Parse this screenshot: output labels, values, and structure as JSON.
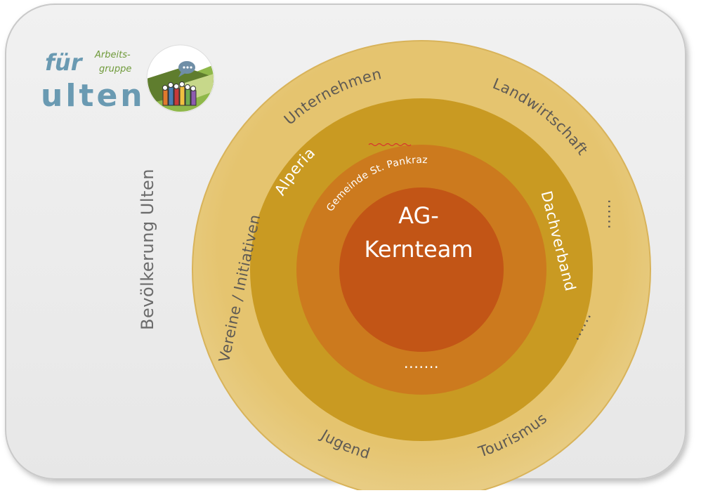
{
  "side_label": "Bevölkerung Ulten",
  "logo": {
    "fur": "für",
    "ulten": "ulten",
    "arbeits": "Arbeits-",
    "gruppe": "gruppe",
    "icon": "speech-bubble-people-icon"
  },
  "rings": {
    "outer": {
      "color": "#e3c16a",
      "labels": {
        "unternehmen": "Unternehmen",
        "landwirtschaft": "Landwirtschaft",
        "dots_right_1": "......",
        "dots_right_2": "......",
        "tourismus": "Tourismus",
        "jugend": "Jugend",
        "vereine": "Vereine / Initiativen"
      }
    },
    "middle": {
      "color": "#c99a22",
      "labels": {
        "alperia": "Alperia",
        "dachverband": "Dachverband",
        "dots_bottom": "......."
      }
    },
    "inner": {
      "color": "#cc7a1e",
      "labels": {
        "gemeinde": "Gemeinde St. Pankraz"
      }
    },
    "core": {
      "color": "#c25516",
      "line1": "AG-",
      "line2": "Kernteam"
    }
  }
}
